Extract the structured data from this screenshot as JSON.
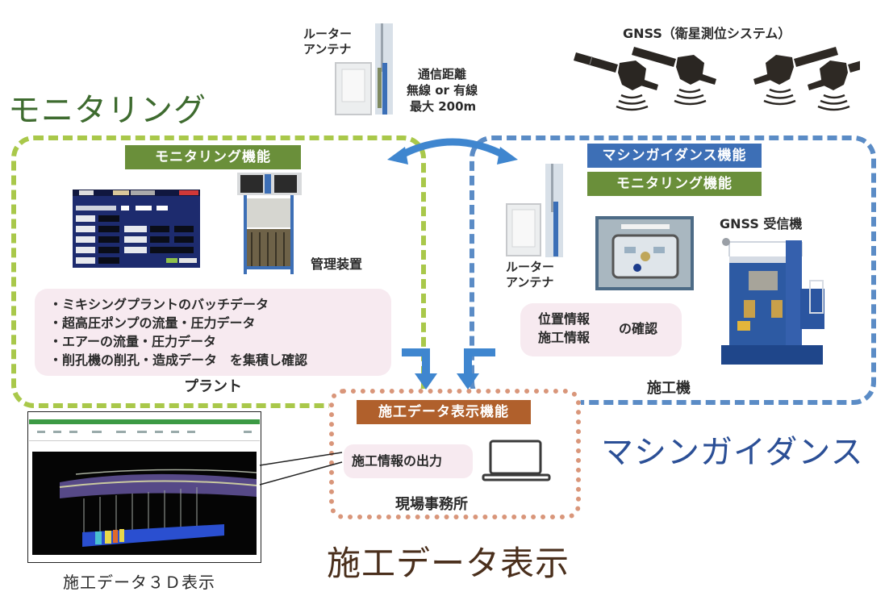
{
  "headings": {
    "monitoring": "モニタリング",
    "machine_guidance": "マシンガイダンス",
    "construction_data_display": "施工データ表示"
  },
  "top": {
    "router_antenna_label": [
      "ルーター",
      "アンテナ"
    ],
    "communication": [
      "通信距離",
      "無線 or 有線",
      "最大 200m"
    ],
    "gnss_title": "GNSS（衛星測位システム）"
  },
  "plant_section": {
    "badge": "モニタリング機能",
    "management_device_label": "管理装置",
    "data_items": [
      "・ミキシングプラントのバッチデータ",
      "・超高圧ポンプの流量・圧力データ",
      "・エアーの流量・圧力データ",
      "・削孔機の削孔・造成データ　を集積し確認"
    ],
    "section_label": "プラント"
  },
  "machine_section": {
    "badge_primary": "マシンガイダンス機能",
    "badge_secondary": "モニタリング機能",
    "router_antenna_label": [
      "ルーター",
      "アンテナ"
    ],
    "gnss_receiver_label": "GNSS 受信機",
    "info_lines": [
      "位置情報",
      "施工情報"
    ],
    "info_suffix": "の確認",
    "section_label": "施工機"
  },
  "office_section": {
    "badge": "施工データ表示機能",
    "output_label": "施工情報の出力",
    "section_label": "現場事務所"
  },
  "screenshot_3d": {
    "caption": "施工データ３Ｄ表示"
  },
  "colors": {
    "monitoring_green": "#a9c84a",
    "guidance_blue": "#5b8cc6",
    "display_orange": "#d9967a",
    "badge_green": "#6a8f3a",
    "badge_blue": "#3d6fb6",
    "badge_brown": "#b0602c",
    "arrow_blue": "#3f86cf"
  }
}
